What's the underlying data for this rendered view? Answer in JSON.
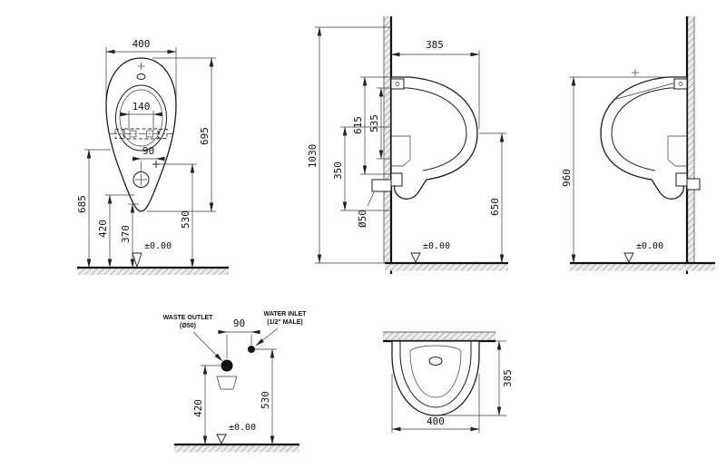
{
  "drawing": {
    "front_view": {
      "dim_width": "400",
      "dim_inner_width": "140",
      "dim_offset": "90",
      "dim_height": "695",
      "dim_685": "685",
      "dim_420": "420",
      "dim_370": "370",
      "dim_530": "530",
      "datum": "±0.00"
    },
    "side_view": {
      "dim_depth": "385",
      "dim_615": "615",
      "dim_535": "535",
      "dim_1030": "1030",
      "dim_350": "350",
      "dim_waste": "Ø50",
      "dim_650": "650",
      "datum": "±0.00"
    },
    "back_view": {
      "dim_960": "960",
      "datum": "±0.00"
    },
    "connection_detail": {
      "waste_outlet_line1": "WASTE OUTLET",
      "waste_outlet_line2": "(Ø50)",
      "water_inlet_line1": "WATER INLET",
      "water_inlet_line2": "(1/2\" MALE)",
      "dim_offset": "90",
      "dim_420": "420",
      "dim_530": "530",
      "datum": "±0.00"
    },
    "top_view": {
      "dim_depth": "385",
      "dim_width": "400"
    }
  }
}
